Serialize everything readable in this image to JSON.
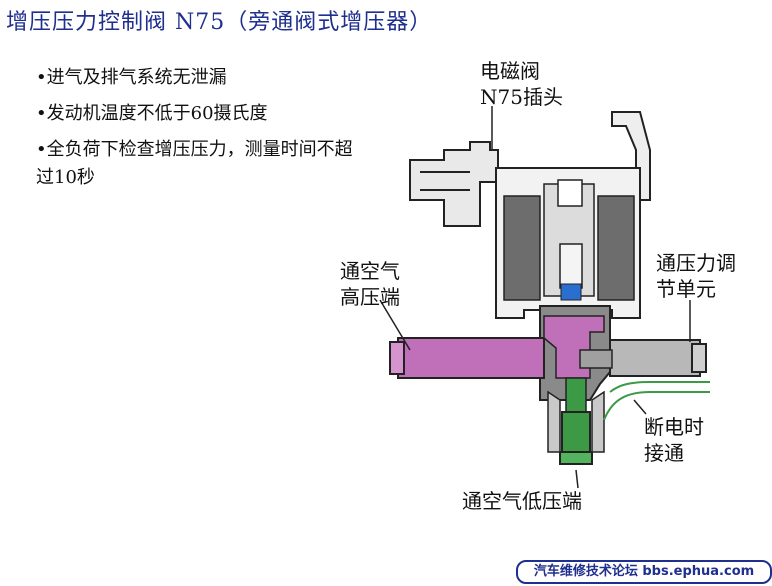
{
  "title": "增压压力控制阀 N75（旁通阀式增压器）",
  "bullets": [
    "•进气及排气系统无泄漏",
    "•发动机温度不低于60摄氏度",
    "•全负荷下检查增压压力，测量时间不超过10秒"
  ],
  "labels": {
    "solenoid_line1": "电磁阀",
    "solenoid_line2": "N75插头",
    "high_line1": "通空气",
    "high_line2": "高压端",
    "regulator_line1": "通压力调",
    "regulator_line2": "节单元",
    "deenergized_line1": "断电时",
    "deenergized_line2": "接通",
    "low": "通空气低压端"
  },
  "footer": "汽车维修技术论坛 bbs.ephua.com",
  "colors": {
    "title": "#1f2f8f",
    "high_pressure_port": "#c070b8",
    "regulator_port": "#b8b8b8",
    "low_pressure_port": "#3c9a46",
    "plunger": "#2a6fd0",
    "body": "#7a7a7a"
  }
}
